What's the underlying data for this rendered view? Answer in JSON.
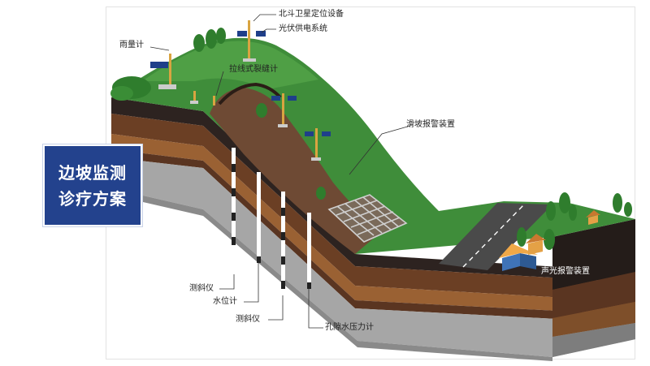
{
  "title": {
    "line1": "边坡监测",
    "line2": "诊疗方案"
  },
  "labels": {
    "beidou": "北斗卫星定位设备",
    "solar": "光伏供电系统",
    "rain_gauge": "雨量计",
    "crack_meter": "拉线式裂缝计",
    "landslide_alarm": "滑坡报警装置",
    "sound_light_alarm": "声光报警装置",
    "inclinometer_1": "测斜仪",
    "water_level": "水位计",
    "inclinometer_2": "测斜仪",
    "pore_pressure": "孔隙水压力计"
  },
  "colors": {
    "title_bg": "#23428d",
    "grass": "#3f8d3a",
    "grass_top": "#4f9f45",
    "soil_dark": "#2d2320",
    "soil_brown": "#6b3f24",
    "soil_orange": "#9a6133",
    "rock_light": "#a6a6a6",
    "rock_dark": "#7d7d7d",
    "road": "#4a4a4a",
    "landslide": "#6e4a34"
  }
}
